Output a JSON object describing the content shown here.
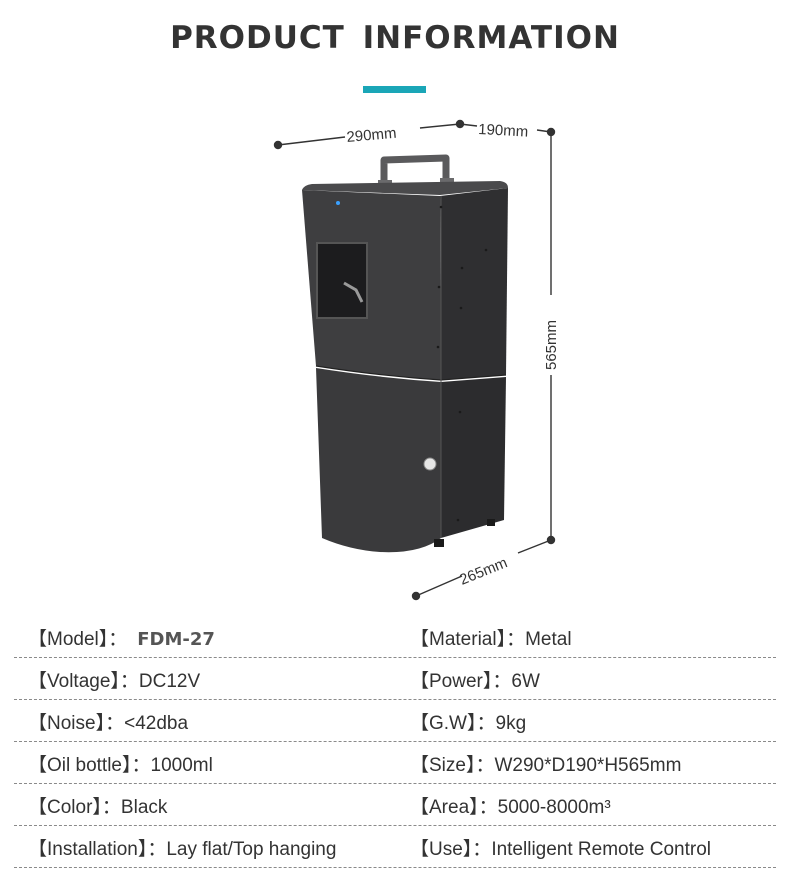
{
  "page": {
    "title": "PRODUCT  INFORMATION",
    "accent_color": "#1aa6b7"
  },
  "dimensions": {
    "width": "290mm",
    "depth": "190mm",
    "height": "565mm",
    "depth_front": "265mm"
  },
  "product": {
    "color_hex": "#3a3a3c",
    "icon": "aroma-diffuser-machine"
  },
  "specs": [
    {
      "left": {
        "label": "【Model】",
        "sep": "：",
        "value": "FDM-27"
      },
      "right": {
        "label": "【Material】",
        "sep": "：",
        "value": "Metal"
      }
    },
    {
      "left": {
        "label": "【Voltage】",
        "sep": "：",
        "value": "DC12V"
      },
      "right": {
        "label": "【Power】",
        "sep": "：",
        "value": "6W"
      }
    },
    {
      "left": {
        "label": "【Noise】",
        "sep": "：",
        "value": "<42dba"
      },
      "right": {
        "label": "【G.W】",
        "sep": "：",
        "value": "9kg"
      }
    },
    {
      "left": {
        "label": "【Oil bottle】",
        "sep": "：",
        "value": "1000ml"
      },
      "right": {
        "label": "【Size】",
        "sep": "：",
        "value": "W290*D190*H565mm"
      }
    },
    {
      "left": {
        "label": "【Color】",
        "sep": "：",
        "value": "Black"
      },
      "right": {
        "label": "【Area】",
        "sep": "：",
        "value": "5000-8000m³"
      }
    },
    {
      "left": {
        "label": "【Installation】",
        "sep": "：",
        "value": "Lay flat/Top hanging"
      },
      "right": {
        "label": "【Use】",
        "sep": "：",
        "value": "Intelligent Remote Control"
      }
    }
  ]
}
